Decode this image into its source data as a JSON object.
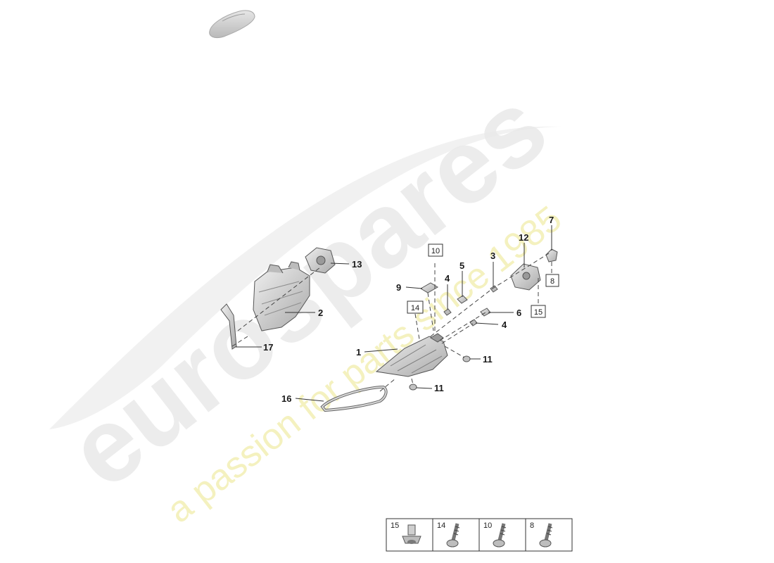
{
  "watermark": {
    "brand": "eurospares",
    "tagline": "a passion for parts since 1985"
  },
  "vehicle_icon": "car-silhouette-icon",
  "callouts": {
    "c1": "1",
    "c2": "2",
    "c3": "3",
    "c4a": "4",
    "c4b": "4",
    "c5": "5",
    "c6": "6",
    "c7": "7",
    "c9": "9",
    "c11a": "11",
    "c11b": "11",
    "c12": "12",
    "c13": "13",
    "c16": "16",
    "c17": "17"
  },
  "boxed_callouts": {
    "b8": "8",
    "b10": "10",
    "b14": "14",
    "b15": "15"
  },
  "legend": {
    "cells": [
      {
        "number": "15",
        "icon": "flange-screw-icon"
      },
      {
        "number": "14",
        "icon": "screw-icon"
      },
      {
        "number": "10",
        "icon": "screw-icon"
      },
      {
        "number": "8",
        "icon": "screw-icon"
      }
    ]
  },
  "colors": {
    "part_fill": "#d6d6d6",
    "part_dark": "#9a9a9a",
    "watermark_gray": "#e9e9e9",
    "watermark_yellow": "#f3f0b8"
  }
}
